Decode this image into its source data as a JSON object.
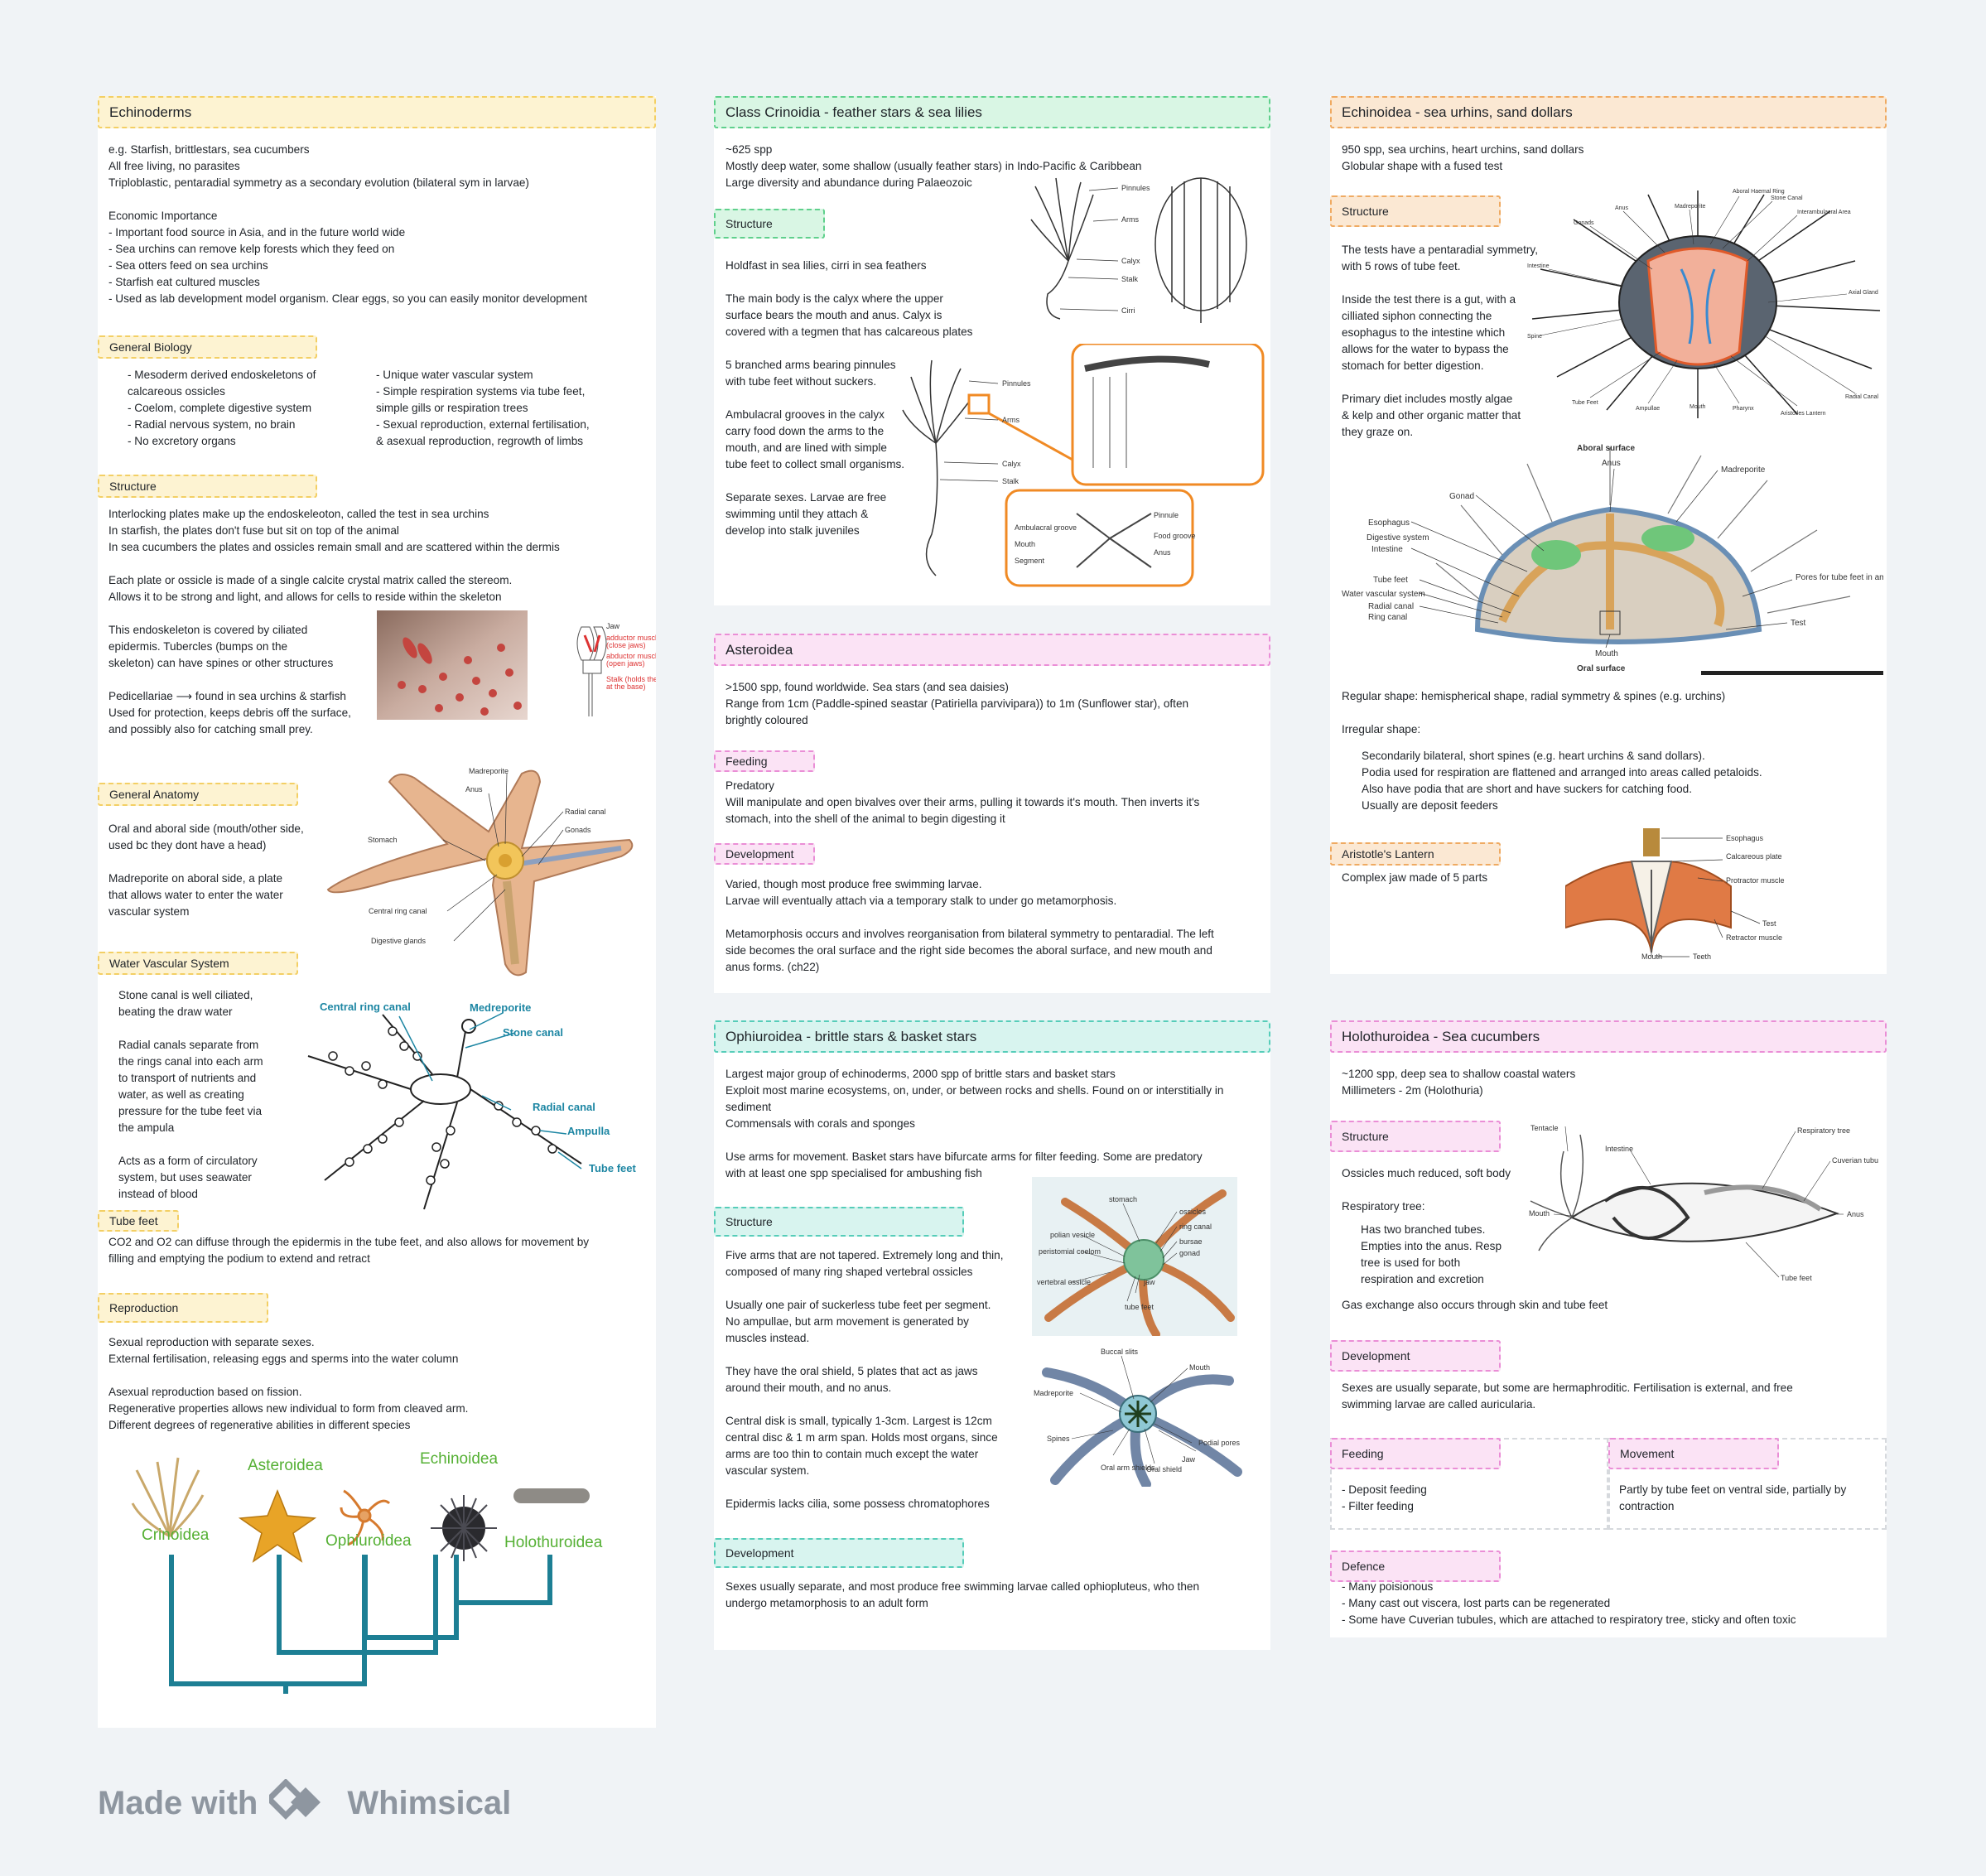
{
  "echinoderms": {
    "title": "Echinoderms",
    "intro": "e.g. Starfish, brittlestars, sea cucumbers\nAll free living, no parasites\nTriploblastic, pentaradial symmetry as a secondary evolution (bilateral sym in larvae)\n\nEconomic Importance\n- Important food source in Asia, and in the future world wide\n- Sea urchins can remove kelp forests which they feed on\n- Sea otters feed on sea urchins\n- Starfish eat cultured muscles\n- Used as lab development model organism. Clear eggs, so you can easily monitor development",
    "general_biology_title": "General Biology",
    "general_biology_left": "- Mesoderm derived endoskeletons of\n  calcareous ossicles\n- Coelom, complete digestive system\n- Radial nervous system, no brain\n- No excretory organs",
    "general_biology_right": "- Unique water vascular system\n- Simple respiration systems via tube feet,\n  simple gills or respiration trees\n- Sexual reproduction, external fertilisation,\n& asexual reproduction, regrowth of limbs",
    "structure_title": "Structure",
    "structure_text": "Interlocking plates make up the endoskeleoton, called the test in sea urchins\nIn starfish, the plates don't fuse but sit on top of the animal\nIn sea cucumbers the plates and ossicles remain small and are scattered within the dermis\n\nEach plate or ossicle is made of a single calcite crystal matrix called the stereom.\nAllows it to be strong and light, and allows for cells to reside within the skeleton",
    "structure_text2": "This endoskeleton is covered by ciliated\nepidermis. Tubercles (bumps on the\nskeleton) can have spines or other structures\n\nPedicellariae ⟶ found in sea urchins & starfish\nUsed for protection, keeps debris off the surface,\nand possibly also for catching small prey.",
    "ped_labels": [
      "Jaw",
      "adductor muscle",
      "(close jaws)",
      "abductor muscle",
      "(open jaws)",
      "Stalk (holds them",
      "at the base)"
    ],
    "general_anatomy_title": "General Anatomy",
    "general_anatomy_text": "Oral and aboral side (mouth/other side,\n used bc they dont have a head)\n\nMadreporite on aboral side, a plate\nthat allows water to enter the water\nvascular system",
    "anatomy_labels": [
      "Madreporite",
      "Anus",
      "Radial canal",
      "Gonads",
      "Stomach",
      "Central ring canal",
      "Digestive glands"
    ],
    "wvs_title": "Water Vascular System",
    "wvs_text": "Stone canal is well ciliated,\nbeating the draw water\n\nRadial canals separate from\nthe rings canal into each arm\nto transport of nutrients and\nwater, as well as creating\npressure for the tube feet via\nthe ampula\n\nActs as a form of circulatory\nsystem, but uses seawater\ninstead of blood",
    "wvs_labels": [
      "Central ring canal",
      "Medreporite",
      "Stone canal",
      "Radial canal",
      "Ampulla",
      "Tube feet"
    ],
    "tube_feet_title": "Tube feet",
    "tube_feet_text": "CO2 and O2 can diffuse through the epidermis in the tube feet, and also allows for movement by\nfilling and emptying the podium to extend and retract",
    "reproduction_title": "Reproduction",
    "reproduction_text": "Sexual reproduction with separate sexes.\nExternal fertilisation, releasing eggs and sperms into the water column\n\nAsexual reproduction based on fission.\nRegenerative properties allows new individual to form from cleaved arm.\nDifferent degrees of regenerative abilities in different species",
    "tree_labels": [
      "Crinoidea",
      "Asteroidea",
      "Ophiuroidea",
      "Echinoidea",
      "Holothuroidea"
    ]
  },
  "crinoidia": {
    "title": "Class Crinoidia - feather stars & sea lilies",
    "intro": "~625 spp\nMostly deep water, some shallow (usually feather stars) in Indo-Pacific & Caribbean\nLarge diversity and abundance during Palaeozoic",
    "structure_title": "Structure",
    "structure_text": "Holdfast in sea lilies, cirri in sea feathers\n\nThe main body is the calyx where the upper\nsurface bears the mouth and anus. Calyx is\ncovered with a tegmen that has calcareous plates\n\n5 branched arms bearing pinnules\nwith tube feet without suckers.\n\nAmbulacral grooves in the calyx\ncarry food down the arms to the\nmouth, and are lined with simple\ntube feet to collect small organisms.\n\nSeparate sexes. Larvae are free\nswimming until they attach &\ndevelop into stalk juveniles",
    "fig_labels": [
      "Pinnules",
      "Arms",
      "Calyx",
      "Stalk",
      "Cirri",
      "Pinnules",
      "Arms",
      "Calyx",
      "Stalk",
      "Pinnule",
      "Ambulacral groove",
      "Mouth",
      "Segment",
      "Food groove",
      "Anus"
    ]
  },
  "asteroidea": {
    "title": "Asteroidea",
    "intro": ">1500 spp, found worldwide. Sea stars (and sea daisies)\nRange from 1cm (Paddle-spined seastar (Patiriella parvivipara)) to 1m (Sunflower star), often\nbrightly coloured",
    "feeding_title": "Feeding",
    "feeding_text": "Predatory\nWill manipulate and open bivalves over their arms, pulling it towards it's mouth. Then inverts it's\nstomach, into the shell of the animal to begin digesting it",
    "development_title": "Development",
    "development_text": "Varied, though most produce free swimming larvae.\nLarvae will eventually attach via a temporary stalk to under go metamorphosis.\n\nMetamorphosis occurs and involves reorganisation from bilateral symmetry to pentaradial. The left\nside becomes the oral surface and the right side becomes the aboral surface, and new mouth and\nanus forms. (ch22)"
  },
  "ophiuroidea": {
    "title": "Ophiuroidea - brittle stars & basket stars",
    "intro": "Largest major group of echinoderms, 2000 spp of brittle stars and basket stars\nExploit most marine ecosystems, on, under, or between rocks and shells. Found on or interstitially in\nsediment\nCommensals with corals and sponges\n\nUse arms for movement. Basket stars have bifurcate arms for filter feeding. Some are predatory\nwith at least one spp specialised for ambushing fish",
    "structure_title": "Structure",
    "structure_text": "Five arms that are not tapered. Extremely long and thin,\ncomposed of many ring shaped vertebral ossicles\n\nUsually one pair of suckerless tube feet per segment.\nNo ampullae, but arm movement is generated by\nmuscles instead.\n\nThey have the oral shield, 5 plates that act as jaws\naround their mouth, and no anus.\n\nCentral disk is small, typically 1-3cm. Largest is 12cm\ncentral disc & 1 m arm span. Holds most organs, since\narms are too thin to contain much except the water\nvascular system.\n\nEpidermis lacks cilia, some possess chromatophores",
    "development_title": "Development",
    "development_text": "Sexes usually separate, and most produce free swimming larvae called ophiopluteus, who then\nundergo metamorphosis to an adult form",
    "fig_labels": [
      "stomach",
      "ossicles",
      "ring canal",
      "bursae",
      "gonad",
      "polian vesicle",
      "peristomial coelom",
      "jaw",
      "tube feet",
      "vertebral ossicle",
      "Buccal slits",
      "Mouth",
      "Madreporite",
      "Spines",
      "Oral arm shields",
      "Oral shield",
      "Jaw",
      "Podial pores"
    ]
  },
  "echinoidea": {
    "title": "Echinoidea - sea urhins, sand dollars",
    "intro": "950 spp, sea urchins, heart urchins, sand dollars\nGlobular shape with a fused test",
    "structure_title": "Structure",
    "structure_text": "The tests have a pentaradial symmetry,\nwith 5 rows of tube feet.\n\nInside the test there is a gut, with a\ncilliated siphon connecting the\nesophagus to the intestine which\nallows for the water to bypass the\nstomach for better digestion.\n\nPrimary diet includes mostly algae\n& kelp and other organic matter that\nthey graze on.",
    "shape_text": "Regular shape: hemispherical shape, radial symmetry & spines (e.g. urchins)\n\nIrregular shape:",
    "irregular_text": "Secondarily bilateral, short spines (e.g. heart urchins & sand dollars).\nPodia used for respiration are flattened and arranged into areas called petaloids.\nAlso have podia that are short and have suckers for catching food.\nUsually are deposit feeders",
    "lantern_title": "Aristotle's Lantern",
    "lantern_text": "Complex jaw made of 5 parts",
    "urchin_labels": [
      "Aboral surface",
      "Anus",
      "Madreporite",
      "Gonad",
      "Esophagus",
      "Digestive system",
      "Intestine",
      "Tube feet",
      "Water vascular system",
      "Radial canal",
      "Ring canal",
      "Pores for tube feet in ambulacral groove",
      "Test",
      "Mouth",
      "Oral surface"
    ],
    "urchin_top_labels": [
      "Aboral Haemal Ring",
      "Stone Canal",
      "Anus",
      "Madreporite",
      "Interambulacral Area",
      "Gonads",
      "Axial Gland",
      "Intestine",
      "Spine",
      "Tube Feet",
      "Ampullae",
      "Mouth",
      "Pharynx",
      "Aristotles Lantern",
      "Radial Canal"
    ],
    "lantern_labels": [
      "Esophagus",
      "Calcareous plate",
      "Protractor muscle",
      "Test",
      "Retractor muscle",
      "Mouth",
      "Teeth"
    ]
  },
  "holothuroidea": {
    "title": "Holothuroidea - Sea cucumbers",
    "intro": "~1200 spp, deep sea to shallow coastal waters\nMillimeters - 2m (Holothuria)",
    "structure_title": "Structure",
    "structure_text": "Ossicles much reduced, soft body\n\nRespiratory tree:",
    "resp_text": "Has two branched tubes.\nEmpties into the anus. Resp\ntree is used for both\nrespiration and excretion",
    "gas_text": "Gas exchange also occurs through skin and tube feet",
    "development_title": "Development",
    "development_text": "Sexes are usually separate, but some are hermaphroditic. Fertilisation is external, and free\nswimming larvae are called auricularia.",
    "feeding_title": "Feeding",
    "feeding_text": "- Deposit feeding\n- Filter feeding",
    "movement_title": "Movement",
    "movement_text": "Partly by tube feet on ventral side, partially by\ncontraction",
    "defence_title": "Defence",
    "defence_text": "- Many poisionous\n- Many cast out viscera, lost parts can be regenerated\n- Some have Cuverian tubules, which are attached to respiratory tree, sticky and often toxic",
    "fig_labels": [
      "Tentacle",
      "Intestine",
      "Respiratory tree",
      "Cuverian tubules",
      "Mouth",
      "Anus",
      "Tube feet"
    ]
  },
  "footer": {
    "made_with": "Made with",
    "brand": "Whimsical"
  },
  "colors": {
    "yellow": "#f3cf64",
    "green": "#5fd08c",
    "orange": "#efaa62",
    "pink": "#ea8ed6",
    "teal": "#56cdb9",
    "tree": "#1d7f94"
  }
}
